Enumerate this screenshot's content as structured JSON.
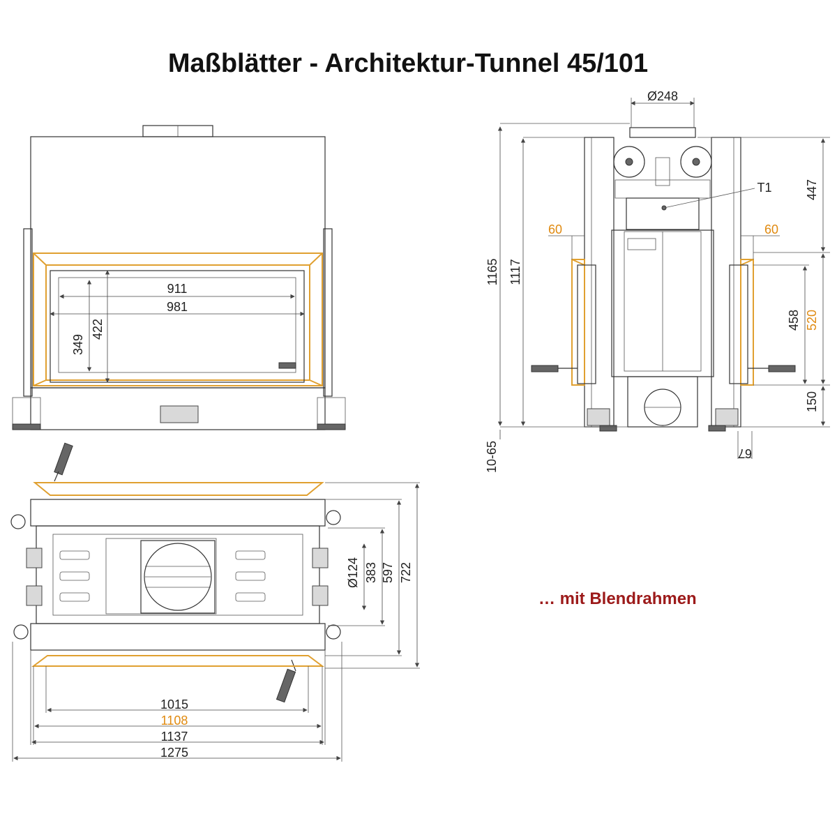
{
  "title": "Maßblätter - Architektur-Tunnel 45/101",
  "note": "… mit Blendrahmen",
  "colors": {
    "frame": "#e0a030",
    "note": "#9c1a1a",
    "lines": "#333333"
  },
  "front": {
    "w_911": "911",
    "w_981": "981",
    "h_349": "349",
    "h_422": "422"
  },
  "side": {
    "flue": "Ø248",
    "h_1165": "1165",
    "h_1117": "1117",
    "feet": "10-65",
    "t1": "T1",
    "left_60": "60",
    "right_60": "60",
    "h_447": "447",
    "h_458": "458",
    "h_520": "520",
    "h_150": "150",
    "d_67": "67"
  },
  "top": {
    "d_124": "Ø124",
    "d_383": "383",
    "d_597": "597",
    "d_722": "722",
    "w_1015": "1015",
    "w_1108": "1108",
    "w_1137": "1137",
    "w_1275": "1275"
  }
}
